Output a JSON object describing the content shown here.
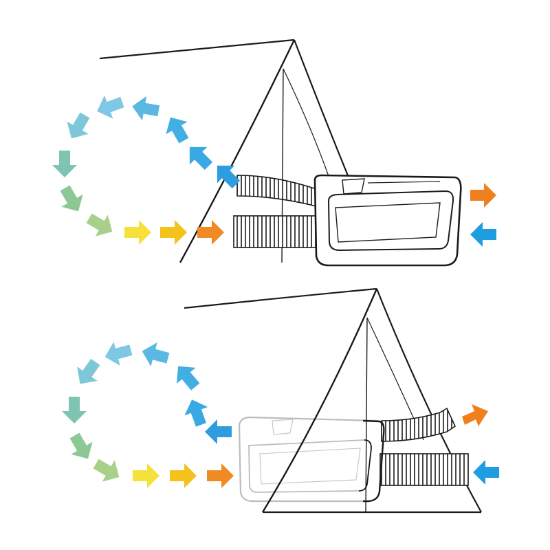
{
  "scenes": [
    {
      "id": "unit-outside-tent",
      "description_label": "",
      "unit_position": "outside",
      "flow_colors": [
        "#7ec8e3",
        "#5fb6e0",
        "#3aa0db",
        "#2b8fd6",
        "#6fbfb0",
        "#8cc79a",
        "#a9d08a",
        "#f2e43a",
        "#f4c21b",
        "#f08a22"
      ]
    },
    {
      "id": "unit-inside-tent",
      "description_label": "",
      "unit_position": "inside",
      "flow_colors": [
        "#7ec8e3",
        "#5fb6e0",
        "#3aa0db",
        "#2b8fd6",
        "#6fbfb0",
        "#8cc79a",
        "#a9d08a",
        "#f2e43a",
        "#f4c21b",
        "#f08a22"
      ]
    }
  ],
  "colors": {
    "exhaust_arrow": "#f07f1e",
    "intake_arrow": "#1e9ee0",
    "outline": "#1a1a1a",
    "ghost_outline": "#b8b8b8"
  }
}
